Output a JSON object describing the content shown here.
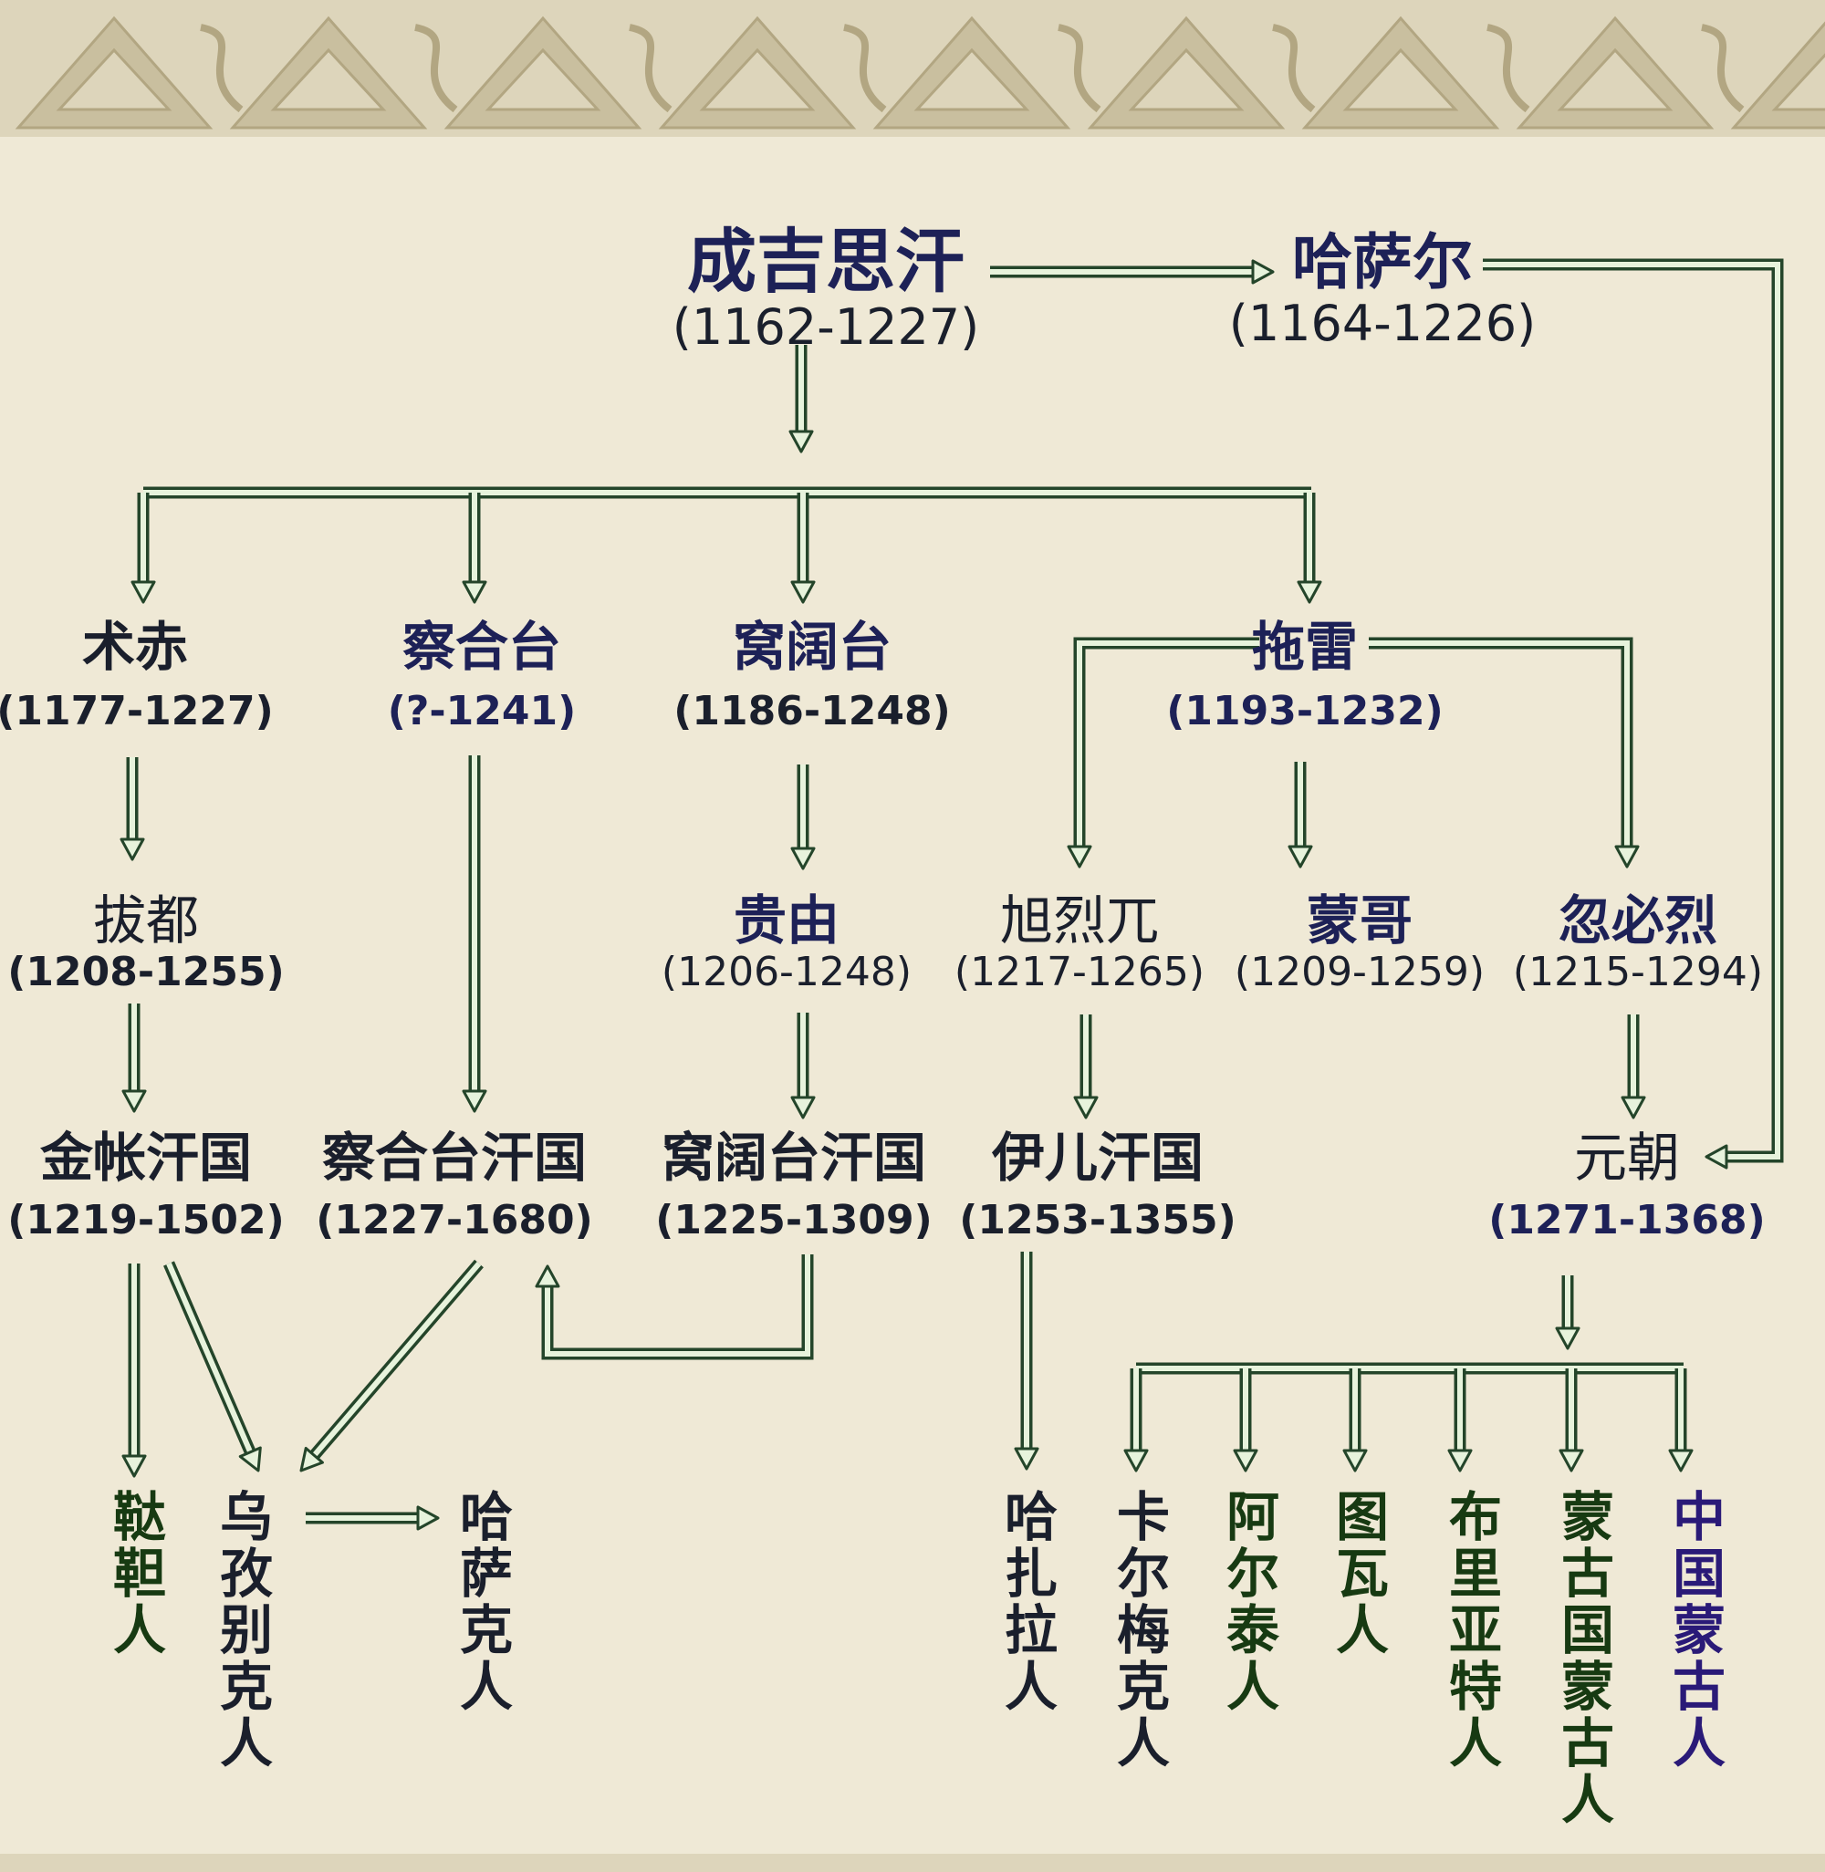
{
  "nodes": {
    "genghis": {
      "name": "成吉思汗",
      "dates": "(1162-1227)"
    },
    "hasar": {
      "name": "哈萨尔",
      "dates": "(1164-1226)"
    },
    "jochi": {
      "name": "术赤",
      "dates": "(1177-1227)"
    },
    "chagatai": {
      "name": "察合台",
      "dates": "(?-1241)"
    },
    "ogedei": {
      "name": "窝阔台",
      "dates": "(1186-1248)"
    },
    "tolui": {
      "name": "拖雷",
      "dates": "(1193-1232)"
    },
    "batu": {
      "name": "拔都",
      "dates": "(1208-1255)"
    },
    "guyuk": {
      "name": "贵由",
      "dates": "(1206-1248)"
    },
    "hulagu": {
      "name": "旭烈兀",
      "dates": "(1217-1265)"
    },
    "mongke": {
      "name": "蒙哥",
      "dates": "(1209-1259)"
    },
    "kublai": {
      "name": "忽必烈",
      "dates": "(1215-1294)"
    },
    "golden_horde": {
      "name": "金帐汗国",
      "dates": "(1219-1502)"
    },
    "chagatai_khanate": {
      "name": "察合台汗国",
      "dates": "(1227-1680)"
    },
    "ogedei_khanate": {
      "name": "窝阔台汗国",
      "dates": "(1225-1309)"
    },
    "ilkhanate": {
      "name": "伊儿汗国",
      "dates": "(1253-1355)"
    },
    "yuan": {
      "name": "元朝",
      "dates": "(1271-1368)"
    }
  },
  "peoples": {
    "tatar": "鞑靼人",
    "uzbek": "乌孜别克人",
    "kazakh": "哈萨克人",
    "hazara": "哈扎拉人",
    "kalmyk": "卡尔梅克人",
    "altai": "阿尔泰人",
    "tuva": "图瓦人",
    "buryat": "布里亚特人",
    "mongolia": "蒙古国蒙古人",
    "china_mongol": "中国蒙古人"
  },
  "colors": {
    "background": "#efe9d6",
    "connector_stroke": "#24452a",
    "connector_fill": "#e7f3dc",
    "name_navy": "#1d2157",
    "name_green": "#173a12",
    "name_purple": "#2a1a78"
  }
}
